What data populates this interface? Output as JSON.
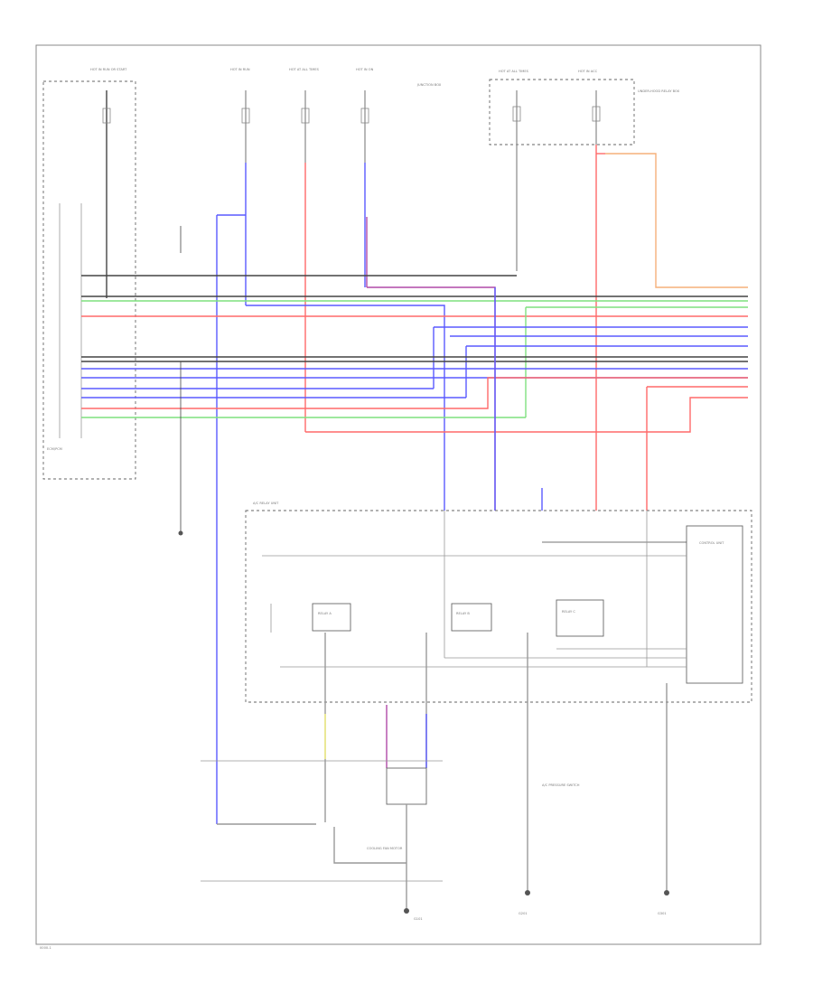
{
  "figure_id": {
    "text": "0000-1"
  },
  "labels": {
    "fuse_label_1": "HOT IN RUN\nOR START",
    "fuse_label_2": "HOT IN RUN",
    "fuse_label_3": "HOT AT ALL TIMES",
    "fuse_label_4": "HOT IN ON",
    "fuse_label_5": "HOT AT ALL TIMES",
    "fuse_label_6": "HOT IN ACC",
    "junction_box": "JUNCTION\nBOX",
    "relay_box_note": "UNDER-HOOD\nRELAY BOX",
    "left_module": "ECM/PCM",
    "relay_unit": "A/C RELAY UNIT",
    "motor": "COOLING FAN\nMOTOR",
    "ground_1": "G101",
    "ground_2": "G201",
    "ground_3": "G301",
    "switch_note": "A/C PRESSURE SWITCH",
    "control_unit": "CONTROL\nUNIT",
    "relay_a": "RELAY A",
    "relay_b": "RELAY B",
    "relay_c": "RELAY C"
  },
  "colors": {
    "blue": "#5a5aff",
    "red": "#ff6a6a",
    "green": "#7fe07f",
    "orange": "#f5b07a",
    "violet": "#b04aa8",
    "yellow": "#f2f07a",
    "black": "#444444"
  }
}
